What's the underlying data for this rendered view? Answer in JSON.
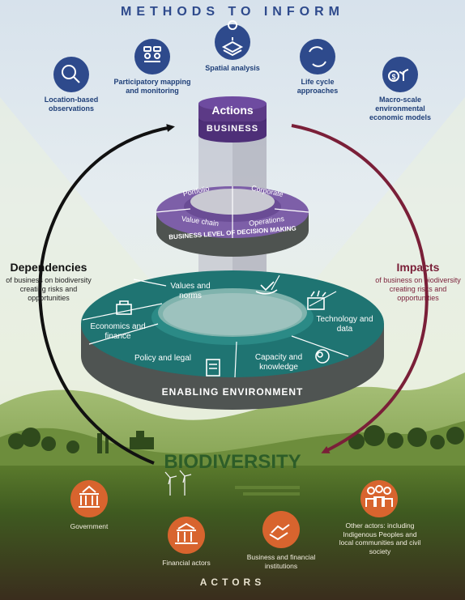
{
  "methods": {
    "title": "METHODS TO INFORM",
    "items": [
      {
        "label": "Location-based observations",
        "icon": "magnifier-pin-icon"
      },
      {
        "label": "Participatory mapping and monitoring",
        "icon": "people-speech-icon"
      },
      {
        "label": "Spatial analysis",
        "icon": "layers-pin-icon"
      },
      {
        "label": "Life cycle approaches",
        "icon": "cycle-arrows-icon"
      },
      {
        "label": "Macro-scale environmental economic models",
        "icon": "dollar-plant-icon"
      }
    ]
  },
  "top": {
    "actions": "Actions",
    "business": "BUSINESS"
  },
  "business_level": {
    "title": "BUSINESS LEVEL OF DECISION MAKING",
    "segments": [
      "Portfolio",
      "Corporate",
      "Value chain",
      "Operations"
    ]
  },
  "enabling": {
    "title": "ENABLING ENVIRONMENT",
    "segments": {
      "values": "Values and norms",
      "tech": "Technology and data",
      "capacity": "Capacity and knowledge",
      "policy": "Policy and legal",
      "economics": "Economics and finance"
    }
  },
  "dependencies": {
    "title": "Dependencies",
    "desc": "of business on biodiversity creating risks and opportunities"
  },
  "impacts": {
    "title": "Impacts",
    "desc": "of business on biodiversity creating risks and opportunities"
  },
  "biodiversity": "BIODIVERSITY",
  "actors": {
    "title": "ACTORS",
    "items": [
      {
        "label": "Government",
        "icon": "government-building-icon"
      },
      {
        "label": "Financial actors",
        "icon": "bank-icon"
      },
      {
        "label": "Business and financial institutions",
        "icon": "handshake-icon"
      },
      {
        "label": "Other actors: including Indigenous Peoples and local communities and civil society",
        "icon": "community-people-icon"
      }
    ]
  },
  "colors": {
    "navy": "#2e4a8c",
    "purple": "#5c3a86",
    "teal": "#1f7472",
    "gray": "#4e5350",
    "orange": "#d8642e",
    "maroon": "#7a1f38",
    "green": "#2d5d28"
  }
}
